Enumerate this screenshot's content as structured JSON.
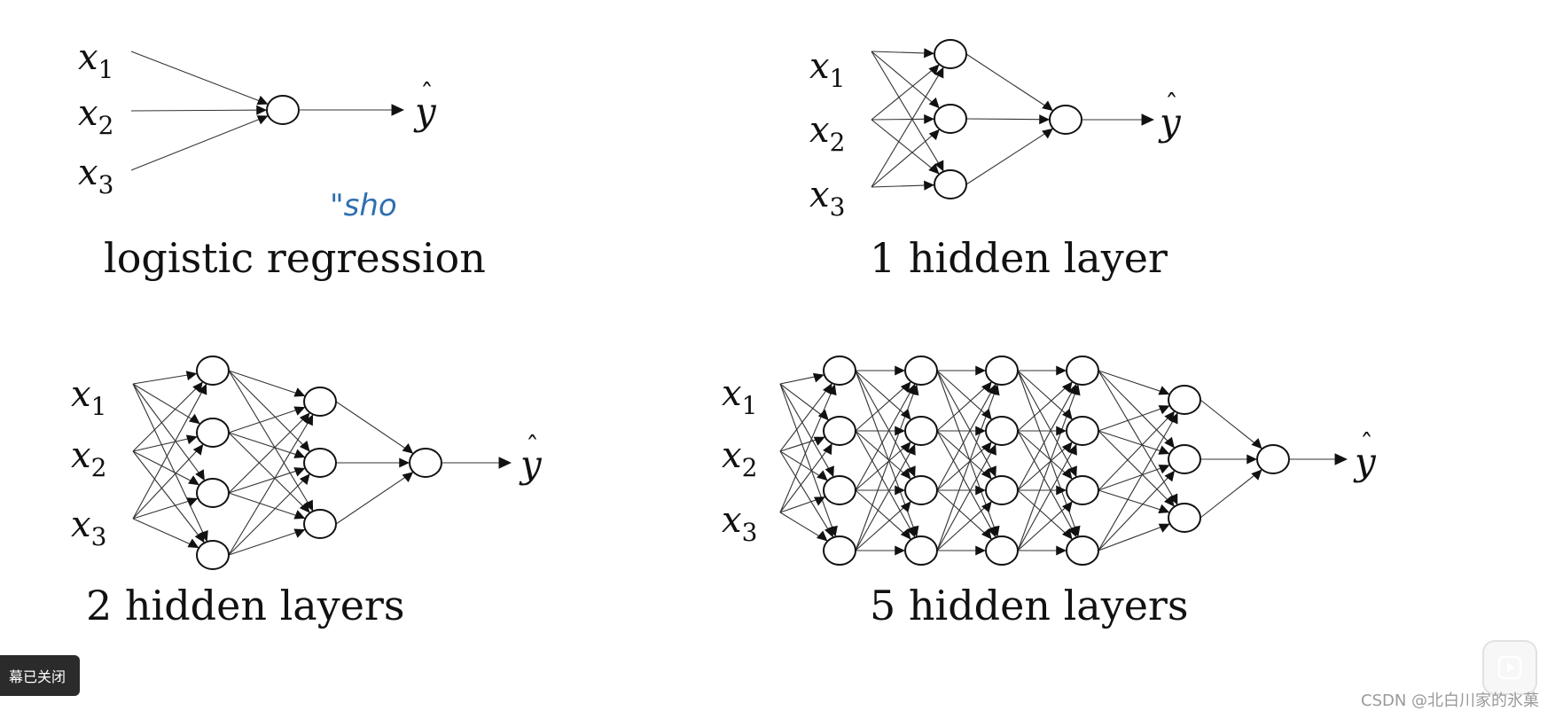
{
  "diagrams": [
    {
      "caption": "logistic regression",
      "inputs": [
        "x",
        "x",
        "x"
      ],
      "input_subscripts": [
        "1",
        "2",
        "3"
      ],
      "layers": [
        3,
        1
      ],
      "output": "y",
      "annotation": "\"sho"
    },
    {
      "caption": "1 hidden layer",
      "inputs": [
        "x",
        "x",
        "x"
      ],
      "input_subscripts": [
        "1",
        "2",
        "3"
      ],
      "layers": [
        3,
        3,
        1
      ],
      "output": "y"
    },
    {
      "caption": "2 hidden layers",
      "inputs": [
        "x",
        "x",
        "x"
      ],
      "input_subscripts": [
        "1",
        "2",
        "3"
      ],
      "layers": [
        3,
        4,
        3,
        1
      ],
      "output": "y"
    },
    {
      "caption": "5 hidden layers",
      "inputs": [
        "x",
        "x",
        "x"
      ],
      "input_subscripts": [
        "1",
        "2",
        "3"
      ],
      "layers": [
        3,
        4,
        4,
        4,
        4,
        3,
        1
      ],
      "output": "y"
    }
  ],
  "ui": {
    "subtitle_toggle": "幕已关闭",
    "watermark": "CSDN @北白川家的氷菓",
    "play_icon": "play-icon"
  }
}
